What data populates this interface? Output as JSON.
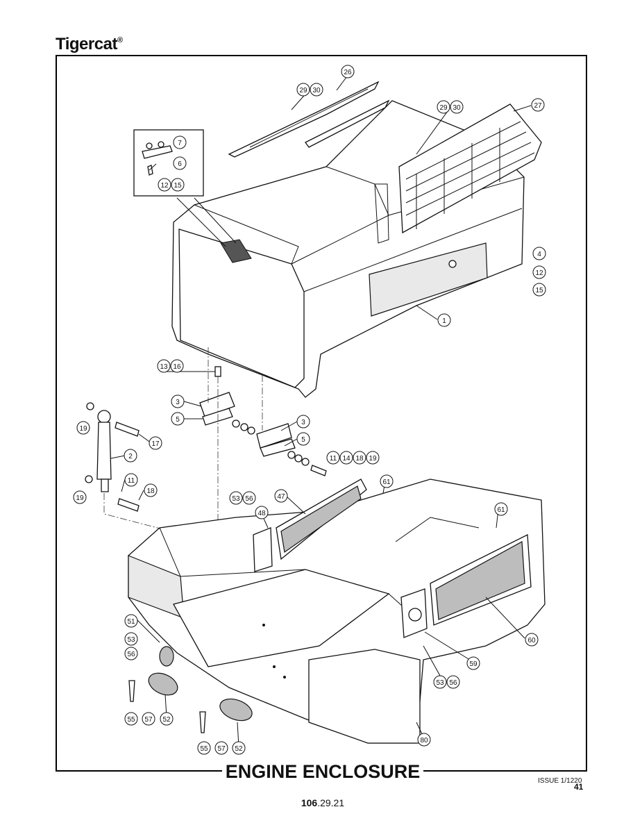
{
  "header": {
    "brand": "Tigercat",
    "brand_mark": "®"
  },
  "footer": {
    "title": "ENGINE ENCLOSURE",
    "issue": "ISSUE 1/1220",
    "page_number": "41",
    "doc_number_bold": "106",
    "doc_number_rest": ".29.21"
  },
  "callouts": {
    "c1": "1",
    "c2": "2",
    "c3a": "3",
    "c3b": "3",
    "c4": "4",
    "c5a": "5",
    "c5b": "5",
    "c6": "6",
    "c7": "7",
    "c11a": "11",
    "c11b": "11",
    "c12a": "12",
    "c12b": "12",
    "c13": "13",
    "c14": "14",
    "c15a": "15",
    "c15b": "15",
    "c16": "16",
    "c17": "17",
    "c18a": "18",
    "c18b": "18",
    "c19a": "19",
    "c19b": "19",
    "c19c": "19",
    "c26": "26",
    "c27": "27",
    "c29a": "29",
    "c30a": "30",
    "c29b": "29",
    "c30b": "30",
    "c47": "47",
    "c48": "48",
    "c51": "51",
    "c52a": "52",
    "c52b": "52",
    "c53a": "53",
    "c56a": "56",
    "c53b": "53",
    "c56b": "56",
    "c53c": "53",
    "c56c": "56",
    "c55a": "55",
    "c57a": "57",
    "c55b": "55",
    "c57b": "57",
    "c59": "59",
    "c60": "60",
    "c61a": "61",
    "c61b": "61",
    "c80": "80"
  }
}
